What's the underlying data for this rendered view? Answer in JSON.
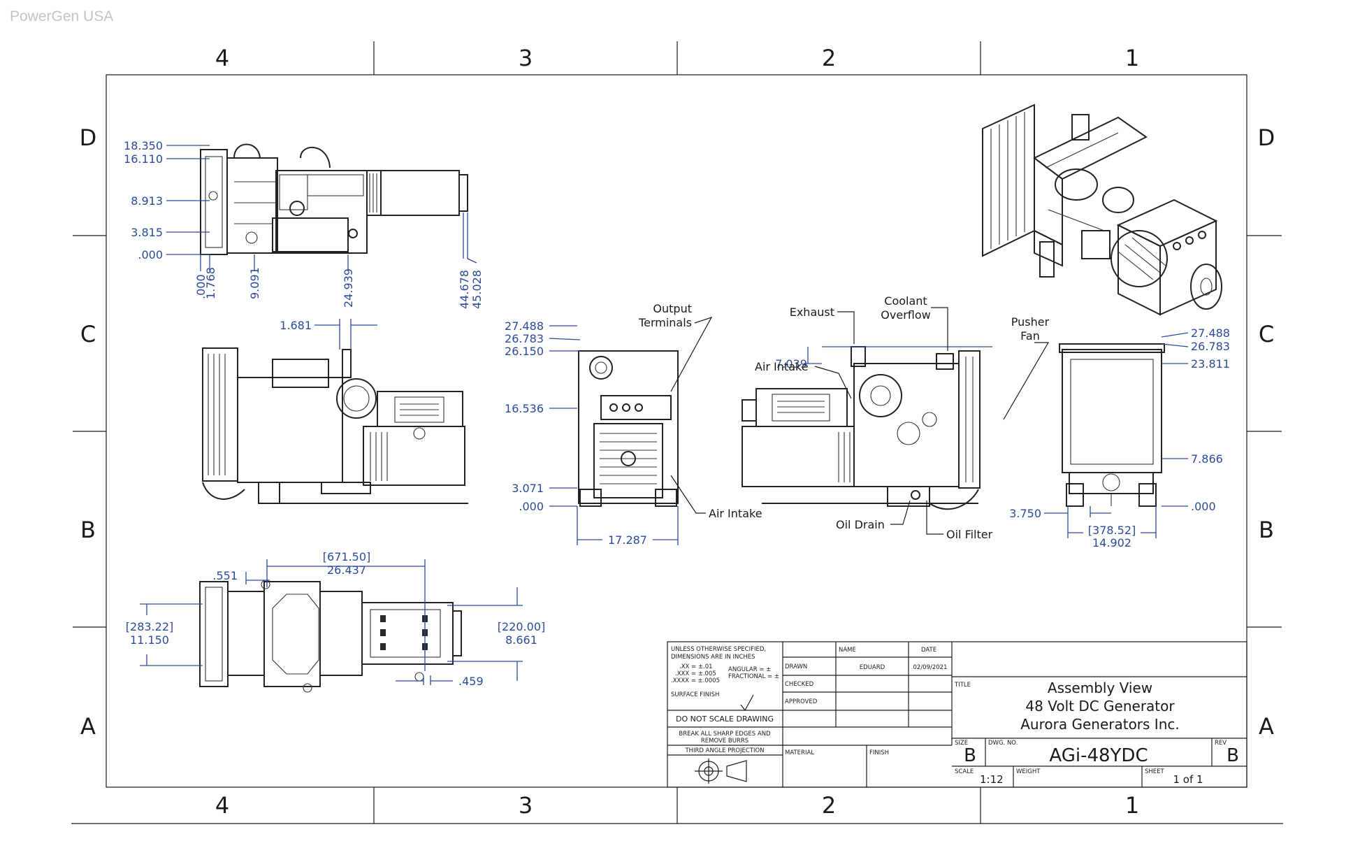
{
  "watermark": "PowerGen USA",
  "zones": {
    "columns": [
      "4",
      "3",
      "2",
      "1"
    ],
    "rows": [
      "D",
      "C",
      "B",
      "A"
    ]
  },
  "views": {
    "top_left_dims": {
      "left_values": [
        "18.350",
        "16.110",
        "8.913",
        "3.815",
        ".000"
      ],
      "bottom_values": [
        ".000",
        "1.768",
        "9.091",
        "24.939"
      ],
      "right_values": [
        "44.678",
        "45.028"
      ]
    },
    "side_view": {
      "dim_top": "1.681"
    },
    "front_view": {
      "left_values": [
        "27.488",
        "26.783",
        "26.150",
        "16.536",
        "3.071",
        ".000"
      ],
      "width": "17.287",
      "callouts": {
        "output": "Output",
        "terminals": "Terminals",
        "air_intake": "Air Intake"
      }
    },
    "rear_view": {
      "callouts": {
        "exhaust": "Exhaust",
        "coolant": "Coolant",
        "overflow": "Overflow",
        "air_intake": "Air Intake",
        "oil_drain": "Oil Drain",
        "oil_filter": "Oil Filter",
        "pusher": "Pusher",
        "fan": "Fan"
      },
      "dim": "7.039"
    },
    "end_view": {
      "right_values": [
        "27.488",
        "26.783",
        "23.811",
        "7.866",
        ".000"
      ],
      "left_value": "3.750",
      "width_metric": "[378.52]",
      "width": "14.902"
    },
    "plan_view": {
      "len_metric": "[671.50]",
      "len": "26.437",
      "small": ".551",
      "left_metric": "[283.22]",
      "left": "11.150",
      "right_metric": "[220.00]",
      "right": "8.661",
      "bottom": ".459"
    }
  },
  "title_block": {
    "notes": [
      "UNLESS OTHERWISE SPECIFIED,",
      "DIMENSIONS ARE IN INCHES",
      ".XX = ±.01",
      ".XXX = ±.005",
      ".XXXX = ±.0005",
      "ANGULAR = ±",
      "FRACTIONAL = ±",
      "SURFACE FINISH"
    ],
    "do_not_scale": "DO NOT SCALE DRAWING",
    "break_edges_1": "BREAK ALL SHARP EDGES AND",
    "break_edges_2": "REMOVE BURRS",
    "projection": "THIRD ANGLE PROJECTION",
    "col_name": "NAME",
    "col_date": "DATE",
    "row_drawn": "DRAWN",
    "row_checked": "CHECKED",
    "row_approved": "APPROVED",
    "drawn_name": "EDUARD",
    "drawn_date": "02/09/2021",
    "material": "MATERIAL",
    "finish": "FINISH",
    "title_label": "TITLE",
    "title_lines": [
      "Assembly View",
      "48 Volt DC Generator",
      "Aurora Generators Inc."
    ],
    "size_label": "SIZE",
    "size": "B",
    "dwg_label": "DWG. NO.",
    "dwg_no": "AGi-48YDC",
    "rev_label": "REV",
    "rev": "B",
    "scale_label": "SCALE",
    "scale": "1:12",
    "weight_label": "WEIGHT",
    "sheet_label": "SHEET",
    "sheet": "1 of 1"
  }
}
